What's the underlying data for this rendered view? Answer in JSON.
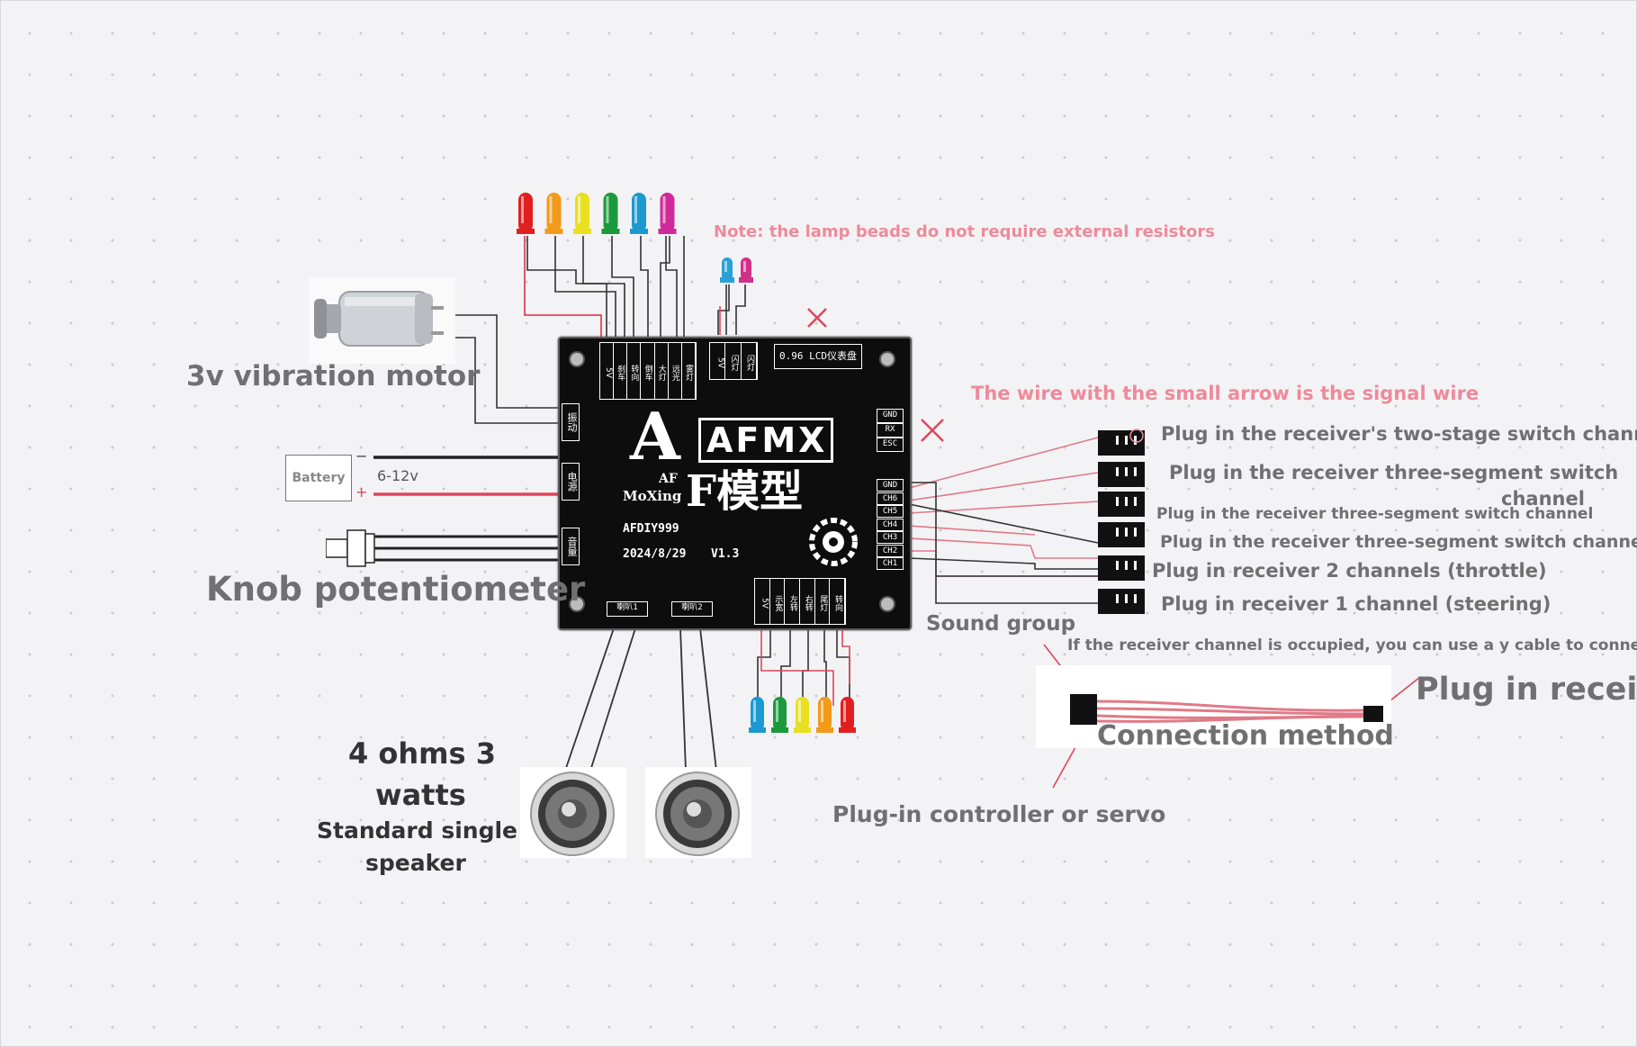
{
  "labels": {
    "note": "Note: the lamp beads do not require external resistors",
    "signal_wire": "The wire with the small arrow is the signal wire",
    "vibration_motor": "3v vibration motor",
    "battery": "Battery",
    "voltage": "6-12v",
    "battery_minus": "−",
    "battery_plus": "+",
    "knob": "Knob potentiometer",
    "speaker_spec_1": "4 ohms 3",
    "speaker_spec_2": "watts",
    "speaker_type_1": "Standard single",
    "speaker_type_2": "speaker",
    "sound_group": "Sound group",
    "y_cable_note": "If the receiver channel is occupied, you can use a y cable to connect",
    "plug_in_receiver": "Plug in receiv",
    "connection_method": "Connection method",
    "controller_servo": "Plug-in controller or servo"
  },
  "channel_labels": [
    "Plug in the receiver's two-stage switch channel",
    "Plug in the receiver three-segment switch",
    "channel",
    "Plug in the receiver three-segment switch channel",
    "Plug in the receiver three-segment switch channel",
    "Plug in receiver 2 channels (throttle)",
    "Plug in receiver 1 channel (steering)"
  ],
  "board": {
    "brand_a": "A",
    "brand_afmx": "AFMX",
    "brand_af": "AF",
    "brand_moxing": "MoXing",
    "brand_cn": "F模型",
    "model": "AFDIY999",
    "date": "2024/8/29",
    "version": "V1.3",
    "lcd": "0.96 LCD仪表盘",
    "uart_pins": [
      "GND",
      "RX",
      "ESC"
    ],
    "ch_pins": [
      "GND",
      "CH6",
      "CH5",
      "CH4",
      "CH3",
      "CH2",
      "CH1"
    ],
    "left_pins": [
      "振动",
      "电源",
      "音量"
    ],
    "speaker_pins": [
      "喇叭1",
      "喇叭2"
    ],
    "top_header_left": [
      "5V",
      "刹车",
      "转向",
      "倒车",
      "大灯",
      "远光",
      "雾灯"
    ],
    "top_header_right": [
      "5V",
      "闪灯",
      "闪灯"
    ],
    "bottom_header": [
      "5V",
      "示宽",
      "左转",
      "右转",
      "尾灯",
      "转向"
    ]
  },
  "colors": {
    "accent_pink": "#ee8a9a",
    "label_gray": "#707072",
    "board_black": "#0d0d0d",
    "wire_red": "#e0455a"
  },
  "led_top_colors": [
    "#e02020",
    "#f29a1a",
    "#e8e020",
    "#1a9a3a",
    "#1a9ad0",
    "#d02a9a"
  ],
  "led_small_colors": [
    "#2aa0d8",
    "#d0308a"
  ],
  "led_bottom_colors": [
    "#1a9ad0",
    "#1a9a3a",
    "#e8e020",
    "#f29a1a",
    "#e02020"
  ]
}
